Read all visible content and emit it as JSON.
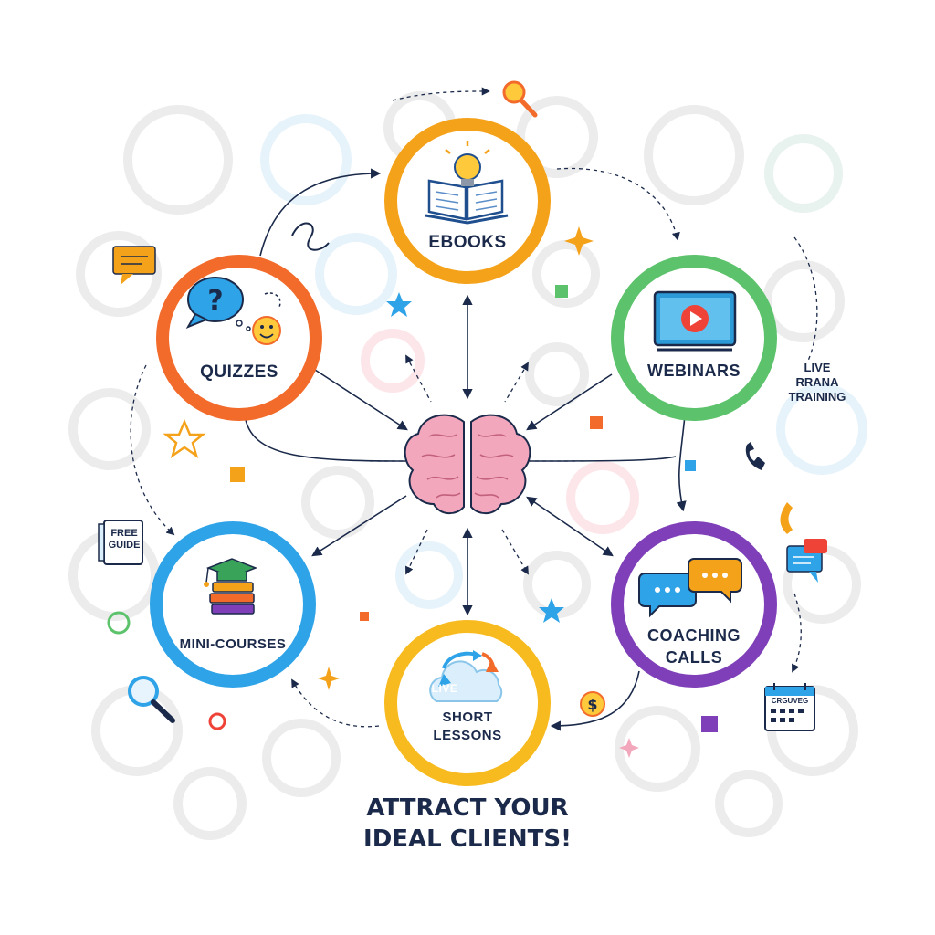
{
  "nodes": [
    {
      "id": "ebooks",
      "label": "EBOOKS",
      "color": "#f5a21b",
      "icon": "book-lightbulb-icon"
    },
    {
      "id": "webinars",
      "label": "WEBINARS",
      "color": "#5cc26b",
      "icon": "video-screen-icon"
    },
    {
      "id": "coaching",
      "label": "COACHING CALLS",
      "color": "#7e3fb8",
      "icon": "chat-bubbles-icon"
    },
    {
      "id": "short_lessons",
      "label": "SHORT LESSONS",
      "sublabel": "LIVE",
      "color": "#f7bb1f",
      "icon": "cloud-cycle-icon"
    },
    {
      "id": "mini_courses",
      "label": "MINI-COURSES",
      "color": "#2ea3e8",
      "icon": "graduation-books-icon"
    },
    {
      "id": "quizzes",
      "label": "QUIZZES",
      "color": "#f26b2b",
      "icon": "question-bubble-icon"
    }
  ],
  "center": {
    "icon": "brain-icon",
    "color": "#f2a7bd"
  },
  "side_labels": {
    "live_training": "LIVE\nRRANA\nTRAINING",
    "free_guide": "FREE\nGUIDE",
    "calendar": "CRGUVEG"
  },
  "title": "ATTRACT YOUR\nIDEAL CLIENTS!"
}
